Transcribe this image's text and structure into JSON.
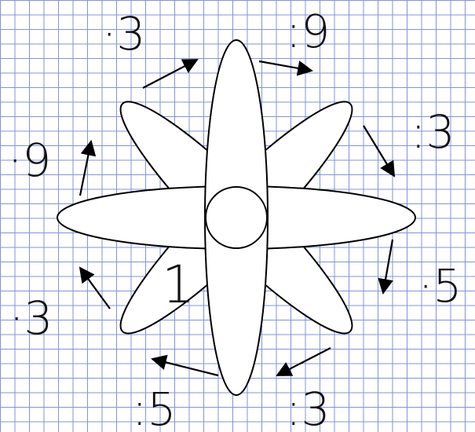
{
  "center_number": "1",
  "operations": [
    {
      "text": "·3"
    },
    {
      "text": ":9"
    },
    {
      "text": ":3"
    },
    {
      "text": "·5"
    },
    {
      "text": ":3"
    },
    {
      "text": ":5"
    },
    {
      "text": "·3"
    },
    {
      "text": "·9"
    }
  ]
}
